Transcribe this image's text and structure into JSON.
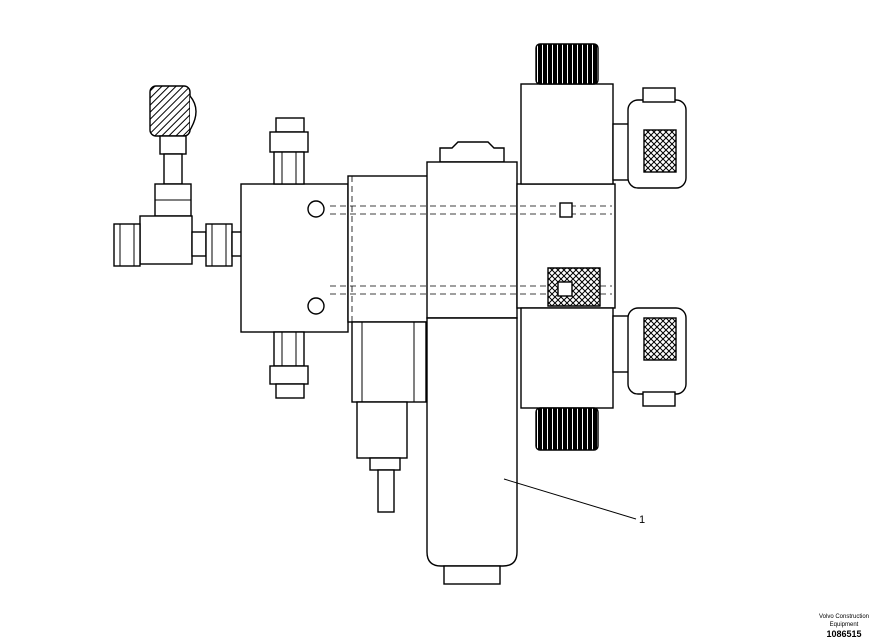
{
  "callouts": [
    {
      "number": "1"
    }
  ],
  "credit": {
    "company_line1": "Volvo Construction",
    "company_line2": "Equipment",
    "figure_number": "1086515"
  }
}
